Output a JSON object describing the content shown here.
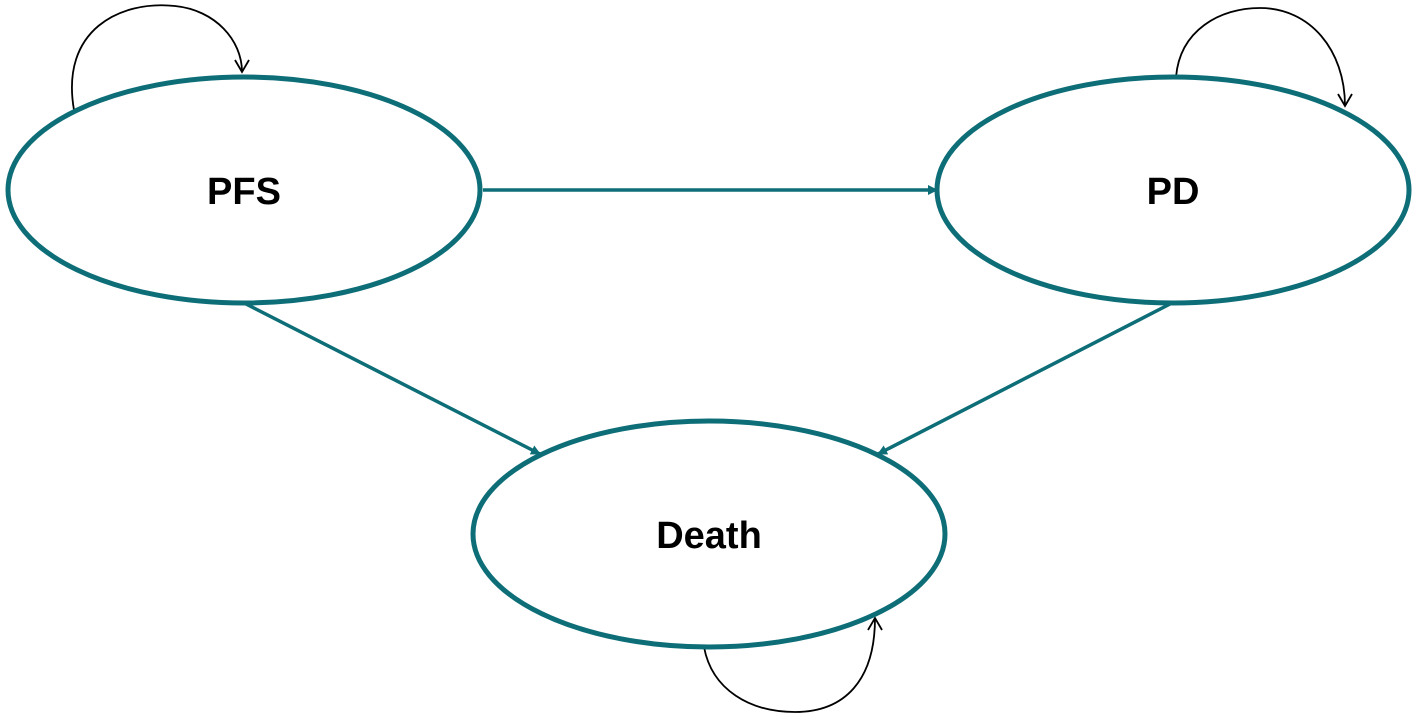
{
  "diagram": {
    "type": "state-transition",
    "colors": {
      "state_border": "#0e6e78",
      "transition": "#0e6e78",
      "self_loop": "#000000",
      "label": "#000000",
      "background": "#ffffff"
    },
    "states": [
      {
        "id": "pfs",
        "label": "PFS"
      },
      {
        "id": "pd",
        "label": "PD"
      },
      {
        "id": "death",
        "label": "Death"
      }
    ],
    "transitions": [
      {
        "from": "pfs",
        "to": "pd"
      },
      {
        "from": "pfs",
        "to": "death"
      },
      {
        "from": "pd",
        "to": "death"
      },
      {
        "from": "pfs",
        "to": "pfs"
      },
      {
        "from": "pd",
        "to": "pd"
      },
      {
        "from": "death",
        "to": "death"
      }
    ]
  }
}
